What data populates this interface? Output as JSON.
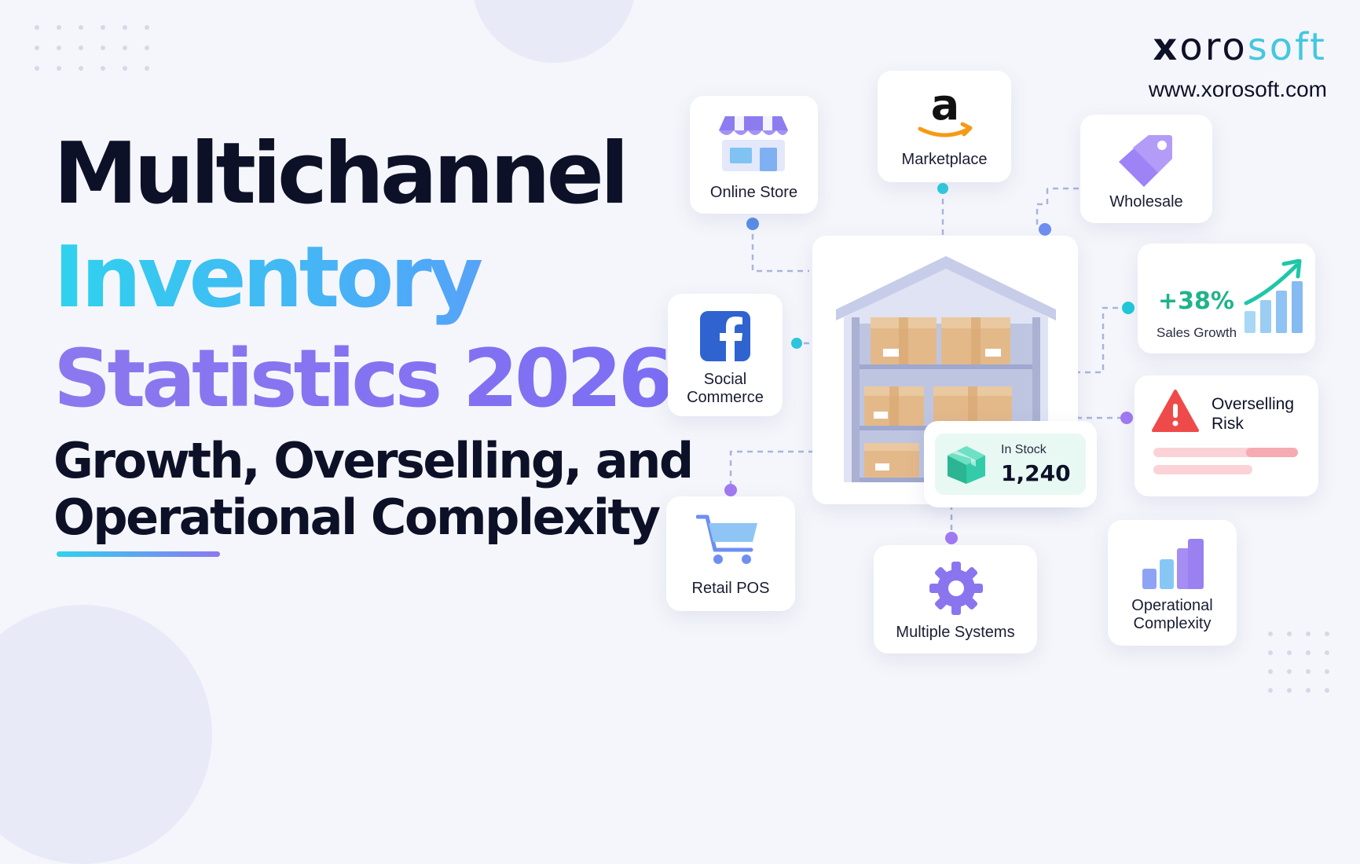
{
  "headline": {
    "line1": "Multichannel",
    "line2": "Inventory",
    "line3": "Statistics 2026:",
    "line4": "Growth, Overselling, and",
    "line5": "Operational Complexity"
  },
  "logo": {
    "brand_x": "x",
    "brand_oro": "oro",
    "brand_soft": "soft",
    "url": "www.xorosoft.com"
  },
  "channels": {
    "online_store": "Online Store",
    "marketplace": "Marketplace",
    "wholesale": "Wholesale",
    "social_commerce_line1": "Social",
    "social_commerce_line2": "Commerce",
    "retail_pos": "Retail POS",
    "multiple_systems": "Multiple Systems",
    "operational_complexity_line1": "Operational",
    "operational_complexity_line2": "Complexity"
  },
  "sales_growth": {
    "value": "+38%",
    "label": "Sales Growth"
  },
  "overselling": {
    "title_line1": "Overselling",
    "title_line2": "Risk"
  },
  "stock": {
    "label": "In Stock",
    "value": "1,240"
  },
  "colors": {
    "cyan": "#2fd2ee",
    "purple": "#8b78f0",
    "navy": "#0d1128",
    "warning_red": "#ef4a4a",
    "growth_green": "#22b893"
  },
  "icons": [
    "store-icon",
    "amazon-icon",
    "price-tag-icon",
    "facebook-icon",
    "warehouse-icon",
    "shopping-cart-icon",
    "gear-icon",
    "bar-chart-icon",
    "warning-icon",
    "box-icon",
    "trend-arrow-icon"
  ]
}
